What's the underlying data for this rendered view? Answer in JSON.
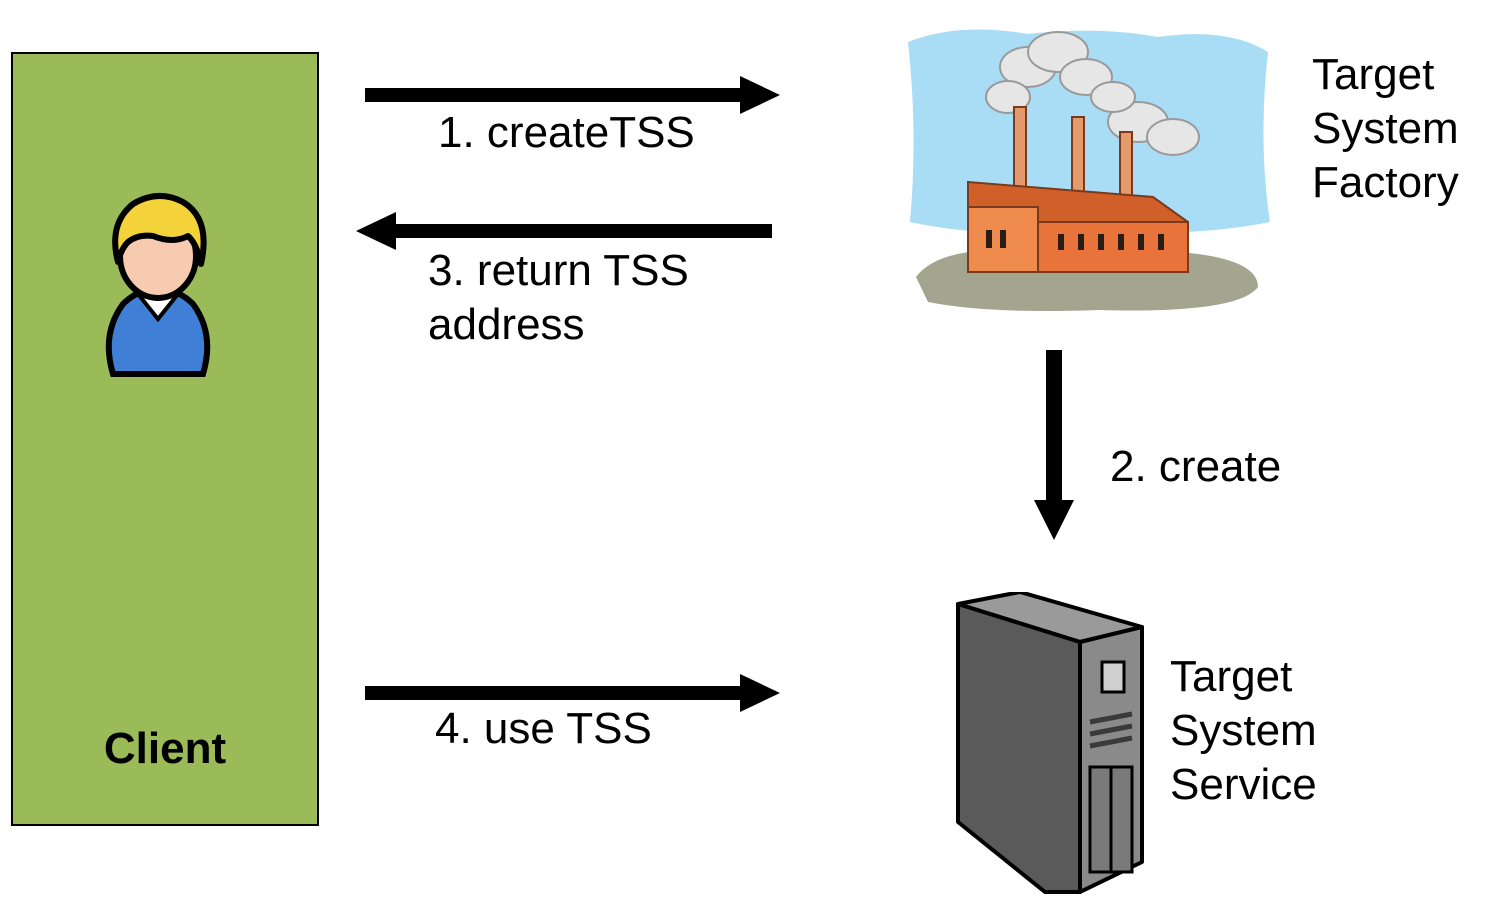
{
  "client": {
    "label": "Client"
  },
  "steps": {
    "step1": "1. createTSS",
    "step2": "2. create",
    "step3_line1": "3. return TSS",
    "step3_line2": "address",
    "step4": "4. use TSS"
  },
  "factory": {
    "line1": "Target",
    "line2": "System",
    "line3": "Factory"
  },
  "service": {
    "line1": "Target",
    "line2": "System",
    "line3": "Service"
  },
  "colors": {
    "client_fill": "#9bbb59",
    "arrow": "#000000",
    "sky": "#a9ddf5",
    "factory_wall": "#e8743b",
    "server_body": "#6b6b6b"
  },
  "icons": {
    "client": "user-icon",
    "factory": "factory-icon",
    "service": "server-icon"
  }
}
